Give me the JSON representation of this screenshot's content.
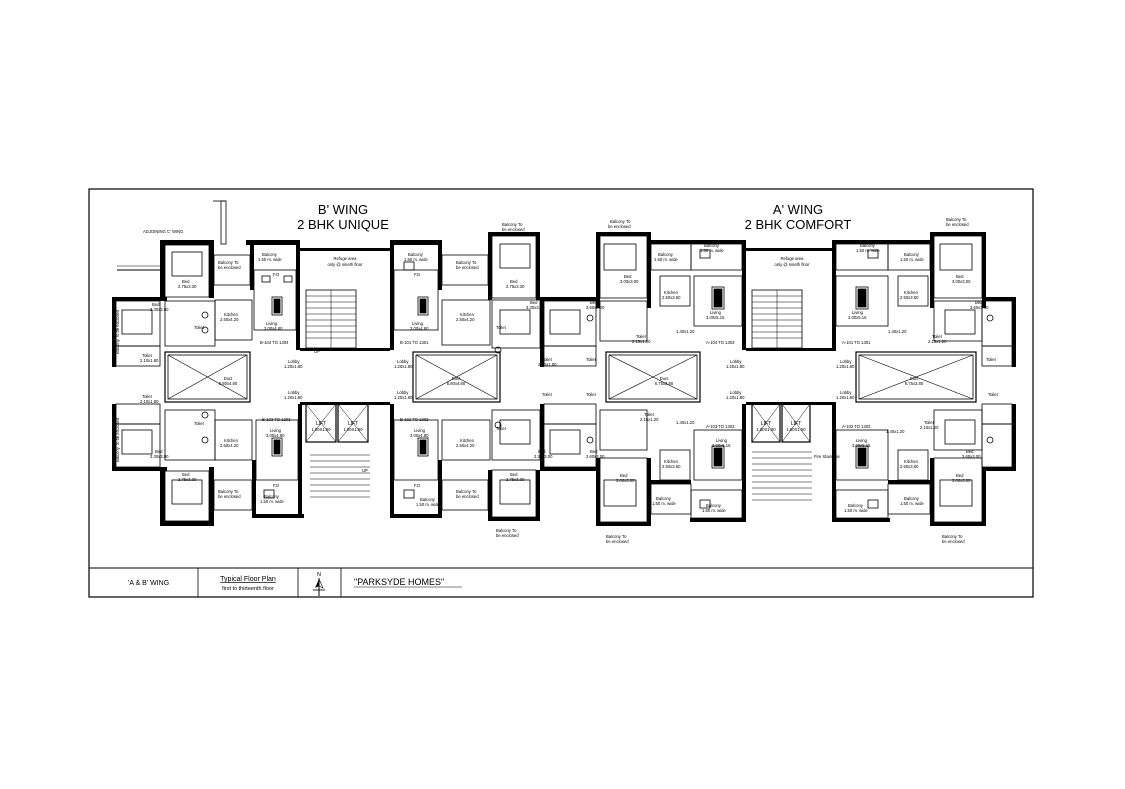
{
  "headings": {
    "b_wing_line1": "B' WING",
    "b_wing_line2": "2 BHK UNIQUE",
    "a_wing_line1": "A' WING",
    "a_wing_line2": "2 BHK COMFORT",
    "adjoining": "ADJOINING C' WING"
  },
  "title_block": {
    "wings": "'A & B' WING",
    "plan_title": "Typical Floor Plan",
    "plan_sub": "first to thirteenth floor",
    "north": "N",
    "project": "\"PARKSYDE HOMES\""
  },
  "b_wing": {
    "units": [
      "B-104 TO 1304",
      "B-101 TO 1301",
      "B-103 TO 1303",
      "B-102 TO 1302"
    ],
    "refuge": [
      "Refuge area",
      "only @ nineth floor"
    ],
    "duct": [
      "Duct",
      "6.80x4.80"
    ],
    "lift": [
      "LIFT",
      "1.80X1.80"
    ],
    "rooms": {
      "bed": "Bed",
      "living": "Living",
      "kitchen": "Kitchen",
      "toilet": "Toilet",
      "lobby": "Lobby",
      "balcony": "Balcony",
      "balcony_enclosed": [
        "Balcony To",
        "be enclosed"
      ],
      "bed_size_a": "2.75x3.30",
      "bed_size_b": "3.30x3.00",
      "living_size": "3.00x4.80",
      "kitchen_size": "2.50x4.20",
      "toilet_size": "2.10x1.80",
      "lobby_size": "1.20x1.80",
      "balcony_size": "1.50 m. wide",
      "fd": "F.D",
      "up": "UP",
      "enclosed_side": "Balcony To be enclosed"
    }
  },
  "a_wing": {
    "units": [
      "A-104 TO 1304",
      "A-101 TO 1301",
      "A-103 TO 1303",
      "A-102 TO 1302"
    ],
    "refuge": [
      "Refuge area",
      "only @ nineth floor"
    ],
    "duct": [
      "Duct",
      "6.75x3.80"
    ],
    "lift": [
      "LIFT",
      "1.80X1.80"
    ],
    "fire": "Fire Staircase",
    "rooms": {
      "bed": "Bed",
      "living": "Living",
      "kitchen": "Kitchen",
      "toilet": "Toilet",
      "lobby": "Lobby",
      "balcony": "Balcony",
      "balcony_enclosed": [
        "Balcony To",
        "be enclosed"
      ],
      "bed_size": "3.00x3.00",
      "bed_size_b": "3.60x3.00",
      "living_size": "3.00x5.15",
      "kitchen_size": "2.50x3.60",
      "toilet_size": "2.15x1.20",
      "lobby_size": "1.20x1.80",
      "passage": "1.40x1.20",
      "balcony_size": "1.50 m. wide"
    }
  }
}
